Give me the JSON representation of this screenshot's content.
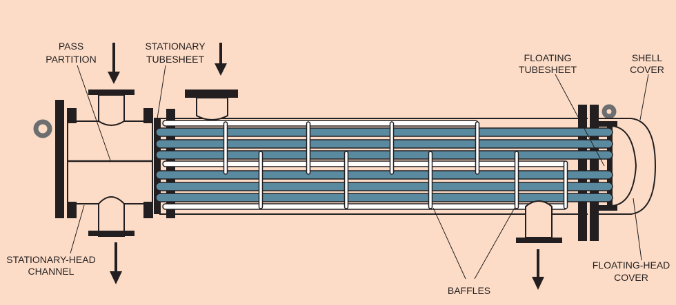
{
  "title": "Shell-and-tube heat exchanger (floating head)",
  "labels": {
    "pass_partition": [
      "PASS",
      "PARTITION"
    ],
    "stationary_tubesheet": [
      "STATIONARY",
      "TUBESHEET"
    ],
    "floating_tubesheet": [
      "FLOATING",
      "TUBESHEET"
    ],
    "shell_cover": [
      "SHELL",
      "COVER"
    ],
    "stationary_head_channel": [
      "STATIONARY-HEAD",
      "CHANNEL"
    ],
    "baffles": "BAFFLES",
    "floating_head_cover": [
      "FLOATING-HEAD",
      "COVER"
    ]
  },
  "colors": {
    "background": "#fcdcc6",
    "tube": "#5a8aa0",
    "metal": "#231f20",
    "lifting_ring": "#6d6e70"
  }
}
